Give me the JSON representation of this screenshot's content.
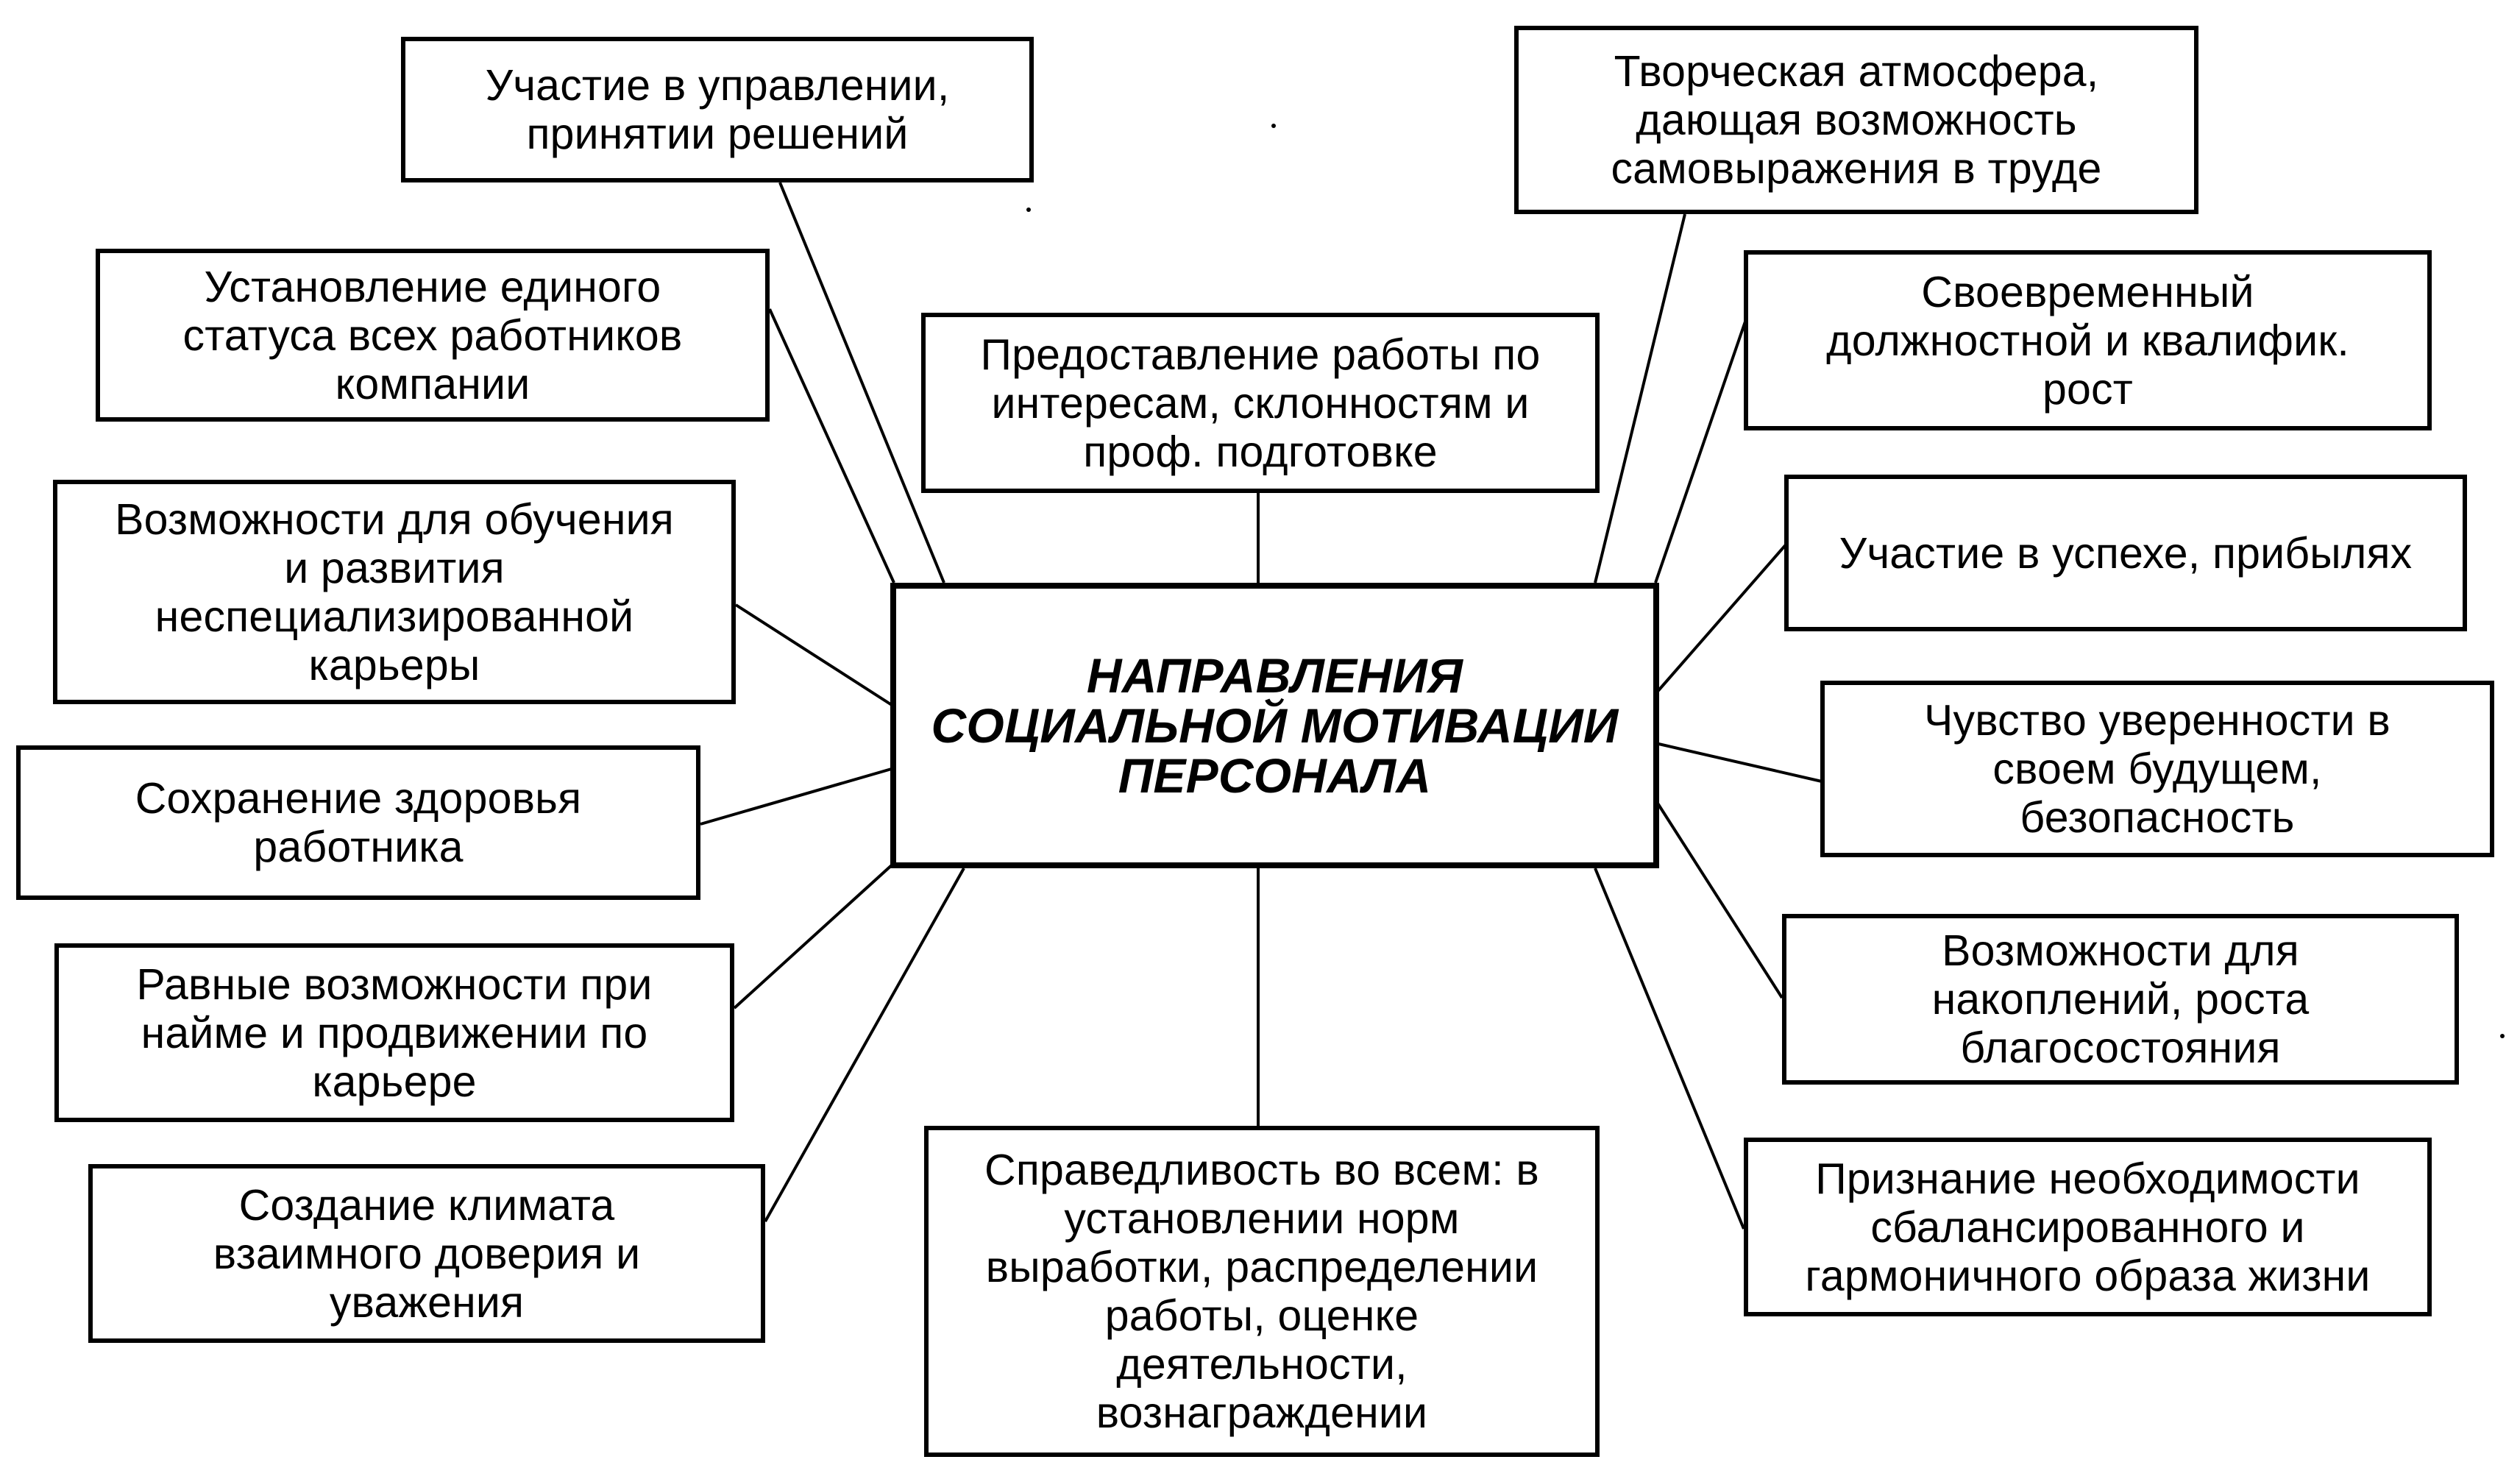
{
  "diagram": {
    "center": {
      "text": "НАПРАВЛЕНИЯ\nСОЦИАЛЬНОЙ МОТИВАЦИИ\nПЕРСОНАЛА"
    },
    "top_box": {
      "text": "Предоставление работы по\nинтересам, склонностям и\nпроф. подготовке"
    },
    "bottom_box": {
      "text": "Справедливость во всем: в\nустановлении норм\nвыработки, распределении\nработы, оценке\nдеятельности,\nвознаграждении"
    },
    "left_boxes": [
      {
        "text": "Участие в управлении,\nпринятии решений"
      },
      {
        "text": "Установление единого\nстатуса всех работников\nкомпании"
      },
      {
        "text": "Возможности для обучения\nи развития\nнеспециализированной\nкарьеры"
      },
      {
        "text": "Сохранение здоровья\nработника"
      },
      {
        "text": "Равные возможности при\nнайме и продвижении по\nкарьере"
      },
      {
        "text": "Создание климата\nвзаимного доверия и\nуважения"
      }
    ],
    "right_boxes": [
      {
        "text": "Творческая атмосфера,\nдающая возможность\nсамовыражения в труде"
      },
      {
        "text": "Своевременный\nдолжностной и квалифик.\nрост"
      },
      {
        "text": "Участие в успехе, прибылях"
      },
      {
        "text": "Чувство уверенности в\nсвоем будущем,\nбезопасность"
      },
      {
        "text": "Возможности для\nнакоплений, роста\nблагосостояния"
      },
      {
        "text": "Признание необходимости\nсбалансированного и\nгармоничного образа жизни"
      }
    ]
  },
  "colors": {
    "stroke": "#000000",
    "background": "#ffffff"
  }
}
